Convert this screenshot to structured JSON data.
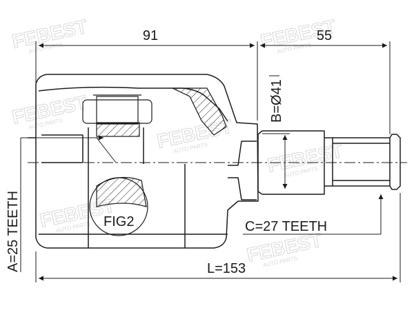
{
  "watermark": {
    "brand": "FEBEST",
    "sub": "AUTO PARTS"
  },
  "dimensions": {
    "housing_length": "91",
    "shaft_length": "55",
    "outer_diameter": "B=Ø41",
    "inner_teeth": "A=25 TEETH",
    "outer_teeth": "C=27 TEETH",
    "total_length": "L=153"
  },
  "figure_label": "FIG2",
  "colors": {
    "line": "#1a1a1a",
    "watermark": "#d8d8d8"
  }
}
